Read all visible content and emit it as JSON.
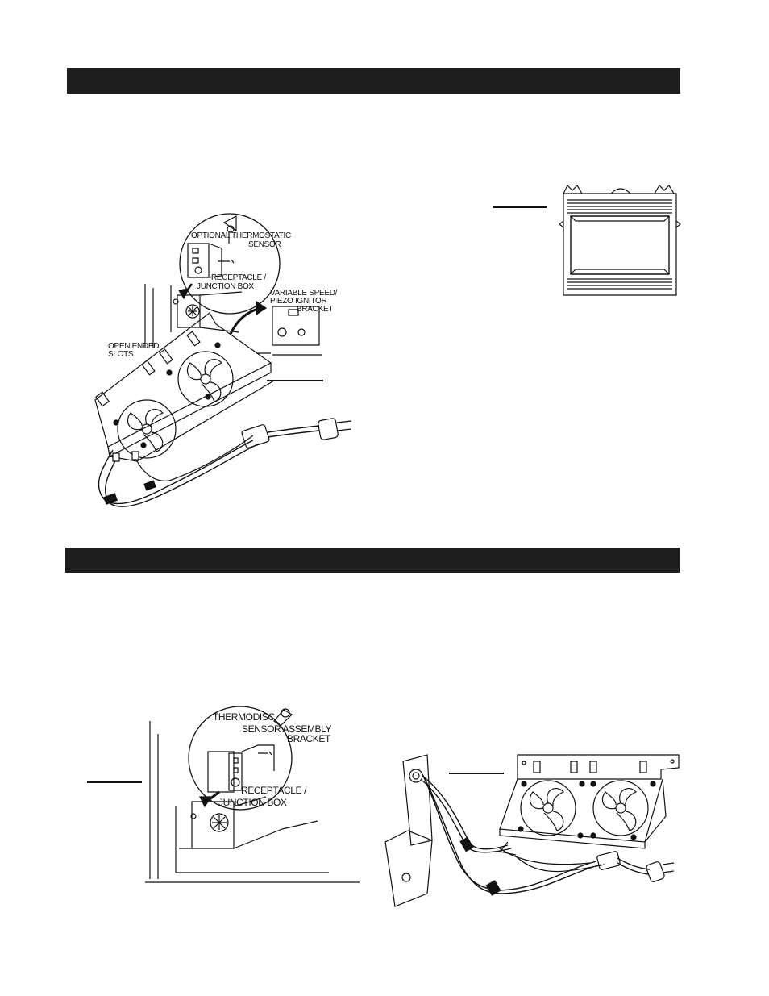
{
  "page": {
    "section_bars": [
      {
        "id": "section-1"
      },
      {
        "id": "section-2"
      }
    ]
  },
  "figure_fan_install": {
    "labels": {
      "optional_sensor_1": "OPTIONAL THERMOSTATIC",
      "optional_sensor_2": "SENSOR",
      "receptacle_1": "RECEPTACLE /",
      "receptacle_2": "JUNCTION BOX",
      "variable_speed_1": "VARIABLE SPEED/",
      "variable_speed_2": "PIEZO IGNITOR",
      "variable_speed_3": "BRACKET",
      "open_ended_1": "OPEN ENDED",
      "open_ended_2": "SLOTS"
    }
  },
  "figure_sensor_install": {
    "labels": {
      "thermodisc": "THERMODISC",
      "sensor_assembly_1": "SENSOR ASSEMBLY",
      "sensor_assembly_2": "BRACKET",
      "receptacle_1": "RECEPTACLE /",
      "receptacle_2": "JUNCTION BOX"
    }
  },
  "icons": {
    "fan": "fan-icon",
    "plug": "plug-icon",
    "arrow": "curved-arrow-icon",
    "fireplace": "fireplace-icon"
  }
}
